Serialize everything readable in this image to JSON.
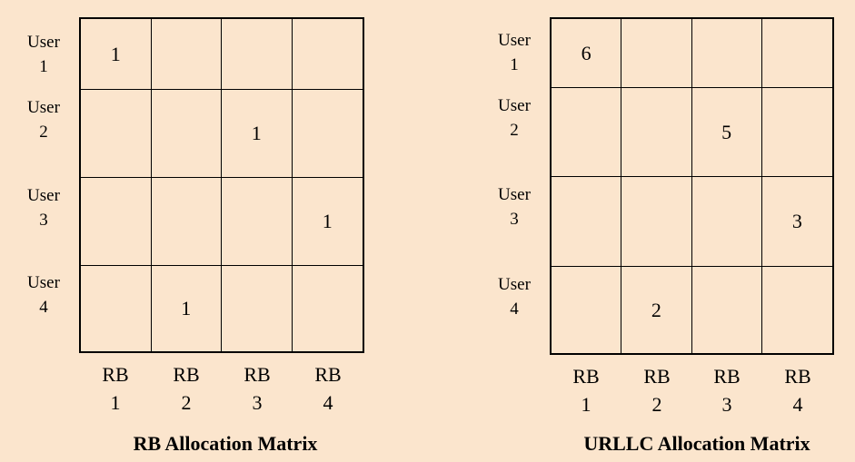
{
  "matrices": [
    {
      "title": "RB Allocation Matrix",
      "row_labels": [
        {
          "word": "User",
          "num": "1"
        },
        {
          "word": "User",
          "num": "2"
        },
        {
          "word": "User",
          "num": "3"
        },
        {
          "word": "User",
          "num": "4"
        }
      ],
      "col_labels": [
        {
          "word": "RB",
          "num": "1"
        },
        {
          "word": "RB",
          "num": "2"
        },
        {
          "word": "RB",
          "num": "3"
        },
        {
          "word": "RB",
          "num": "4"
        }
      ],
      "cells": [
        [
          "1",
          "",
          "",
          ""
        ],
        [
          "",
          "",
          "1",
          ""
        ],
        [
          "",
          "",
          "",
          "1"
        ],
        [
          "",
          "1",
          "",
          ""
        ]
      ]
    },
    {
      "title": "URLLC Allocation Matrix",
      "row_labels": [
        {
          "word": "User",
          "num": "1"
        },
        {
          "word": "User",
          "num": "2"
        },
        {
          "word": "User",
          "num": "3"
        },
        {
          "word": "User",
          "num": "4"
        }
      ],
      "col_labels": [
        {
          "word": "RB",
          "num": "1"
        },
        {
          "word": "RB",
          "num": "2"
        },
        {
          "word": "RB",
          "num": "3"
        },
        {
          "word": "RB",
          "num": "4"
        }
      ],
      "cells": [
        [
          "6",
          "",
          "",
          ""
        ],
        [
          "",
          "",
          "5",
          ""
        ],
        [
          "",
          "",
          "",
          "3"
        ],
        [
          "",
          "2",
          "",
          ""
        ]
      ]
    }
  ]
}
